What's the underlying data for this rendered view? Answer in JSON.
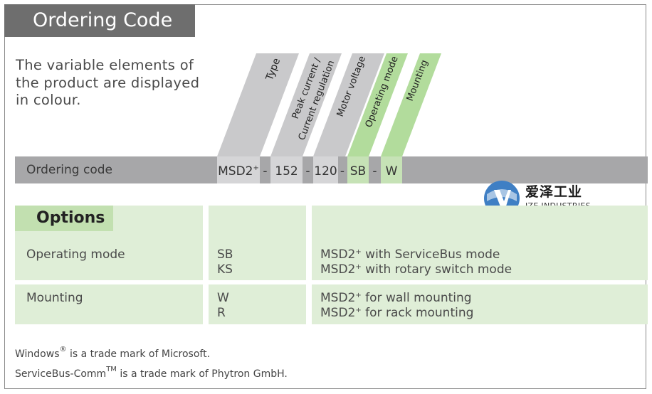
{
  "header": {
    "title": "Ordering Code"
  },
  "intro": {
    "text": "The variable elements of the product are displayed in colour."
  },
  "ordering": {
    "label": "Ordering code",
    "columns": {
      "type": "Type",
      "current_line1": "Peak current /",
      "current_line2": "Current regulation",
      "voltage": "Motor voltage",
      "mode": "Operating mode",
      "mounting": "Mounting"
    },
    "segments": {
      "type_base": "MSD2",
      "type_sup": "+",
      "dash1": "-",
      "current": "152",
      "dash2": "-",
      "voltage": "120",
      "dash3": "-",
      "mode": "SB",
      "dash4": "-",
      "mounting": "W"
    },
    "colors": {
      "bar": "#a7a7a9",
      "fixed": "#d5d5d7",
      "variable": "#c6e2b6",
      "fixed_stripe": "#c9c9cb",
      "variable_stripe": "#b2dc9c"
    }
  },
  "logo": {
    "name_cn": "爱泽工业",
    "name_en": "IZE INDUSTRIES",
    "icon": "ize-logo-icon"
  },
  "options": {
    "title": "Options",
    "rows": [
      {
        "name": "Operating mode",
        "codes": [
          "SB",
          "KS"
        ],
        "descriptions": [
          {
            "prefix": "MSD2",
            "sup": "+",
            "text": " with ServiceBus mode"
          },
          {
            "prefix": "MSD2",
            "sup": "+",
            "text": " with rotary switch mode"
          }
        ]
      },
      {
        "name": "Mounting",
        "codes": [
          "W",
          "R"
        ],
        "descriptions": [
          {
            "prefix": "MSD2",
            "sup": "+",
            "text": " for wall mounting"
          },
          {
            "prefix": "MSD2",
            "sup": "+",
            "text": " for rack mounting"
          }
        ]
      }
    ]
  },
  "footer": {
    "line1_pre": "Windows",
    "line1_sup": "®",
    "line1_post": " is a trade mark of Microsoft.",
    "line2_pre": "ServiceBus-Comm",
    "line2_sup": "TM",
    "line2_post": " is a trade mark of Phytron GmbH."
  }
}
